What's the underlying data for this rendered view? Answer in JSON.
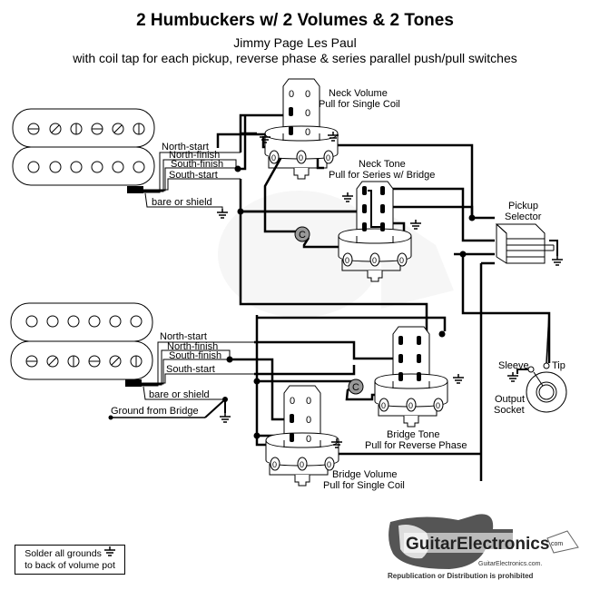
{
  "header": {
    "title": "2 Humbuckers w/ 2 Volumes & 2 Tones",
    "subtitle": "Jimmy Page Les Paul",
    "description": "with coil tap for each pickup, reverse phase & series parallel push/pull switches"
  },
  "neck_pickup": {
    "wires": {
      "north_start": "North-start",
      "north_finish": "North-finish",
      "south_finish": "South-finish",
      "south_start": "South-start",
      "shield": "bare or shield"
    }
  },
  "bridge_pickup": {
    "wires": {
      "north_start": "North-start",
      "north_finish": "North-finish",
      "south_finish": "South-finish",
      "south_start": "South-start",
      "shield": "bare or shield"
    },
    "ground_label": "Ground from Bridge"
  },
  "pots": {
    "neck_volume": {
      "name": "Neck Volume",
      "function": "Pull for Single Coil"
    },
    "neck_tone": {
      "name": "Neck Tone",
      "function": "Pull for Series w/ Bridge"
    },
    "bridge_tone": {
      "name": "Bridge Tone",
      "function": "Pull for Reverse Phase"
    },
    "bridge_volume": {
      "name": "Bridge Volume",
      "function": "Pull for Single Coil"
    }
  },
  "capacitor_label": "C",
  "selector": {
    "line1": "Pickup",
    "line2": "Selector"
  },
  "output": {
    "sleeve": "Sleeve",
    "tip": "Tip",
    "line1": "Output",
    "line2": "Socket"
  },
  "note": {
    "line1": "Solder all grounds",
    "line2": "to back of volume pot"
  },
  "logo": {
    "brand": "GuitarElectronics",
    "suffix": "com",
    "url_text": "GuitarElectronics.com.",
    "disclaimer": "Republication or Distribution is prohibited"
  },
  "colors": {
    "line": "#000000",
    "capacitor": "#999999",
    "watermark": "#e6e6e6"
  }
}
